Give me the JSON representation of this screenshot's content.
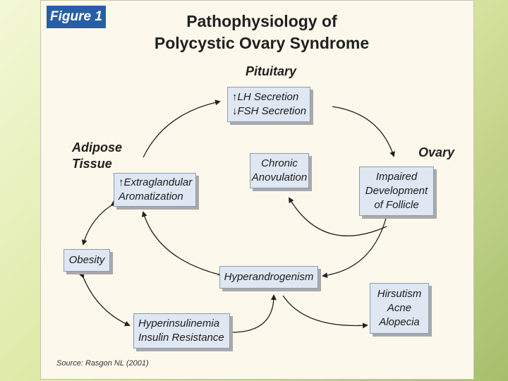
{
  "figure_label": "Figure 1",
  "title_line1": "Pathophysiology of",
  "title_line2": "Polycystic Ovary Syndrome",
  "regions": {
    "pituitary": "Pituitary",
    "ovary": "Ovary",
    "adipose": "Adipose\nTissue"
  },
  "boxes": {
    "lh_fsh": "↑LH Secretion\n↓FSH Secretion",
    "chronic_anovulation": "Chronic\nAnovulation",
    "impaired_follicle": "Impaired\nDevelopment\nof Follicle",
    "extraglandular": "↑Extraglandular\nAromatization",
    "obesity": "Obesity",
    "hyperandrogenism": "Hyperandrogenism",
    "hirsutism": "Hirsutism\nAcne\nAlopecia",
    "hyperinsulinemia": "Hyperinsulinemia\nInsulin Resistance"
  },
  "source": "Source: Rasgon NL (2001)",
  "colors": {
    "label_bg": "#275ea8",
    "box_fill": "#dee7f2",
    "background": "#fcf9ec"
  }
}
